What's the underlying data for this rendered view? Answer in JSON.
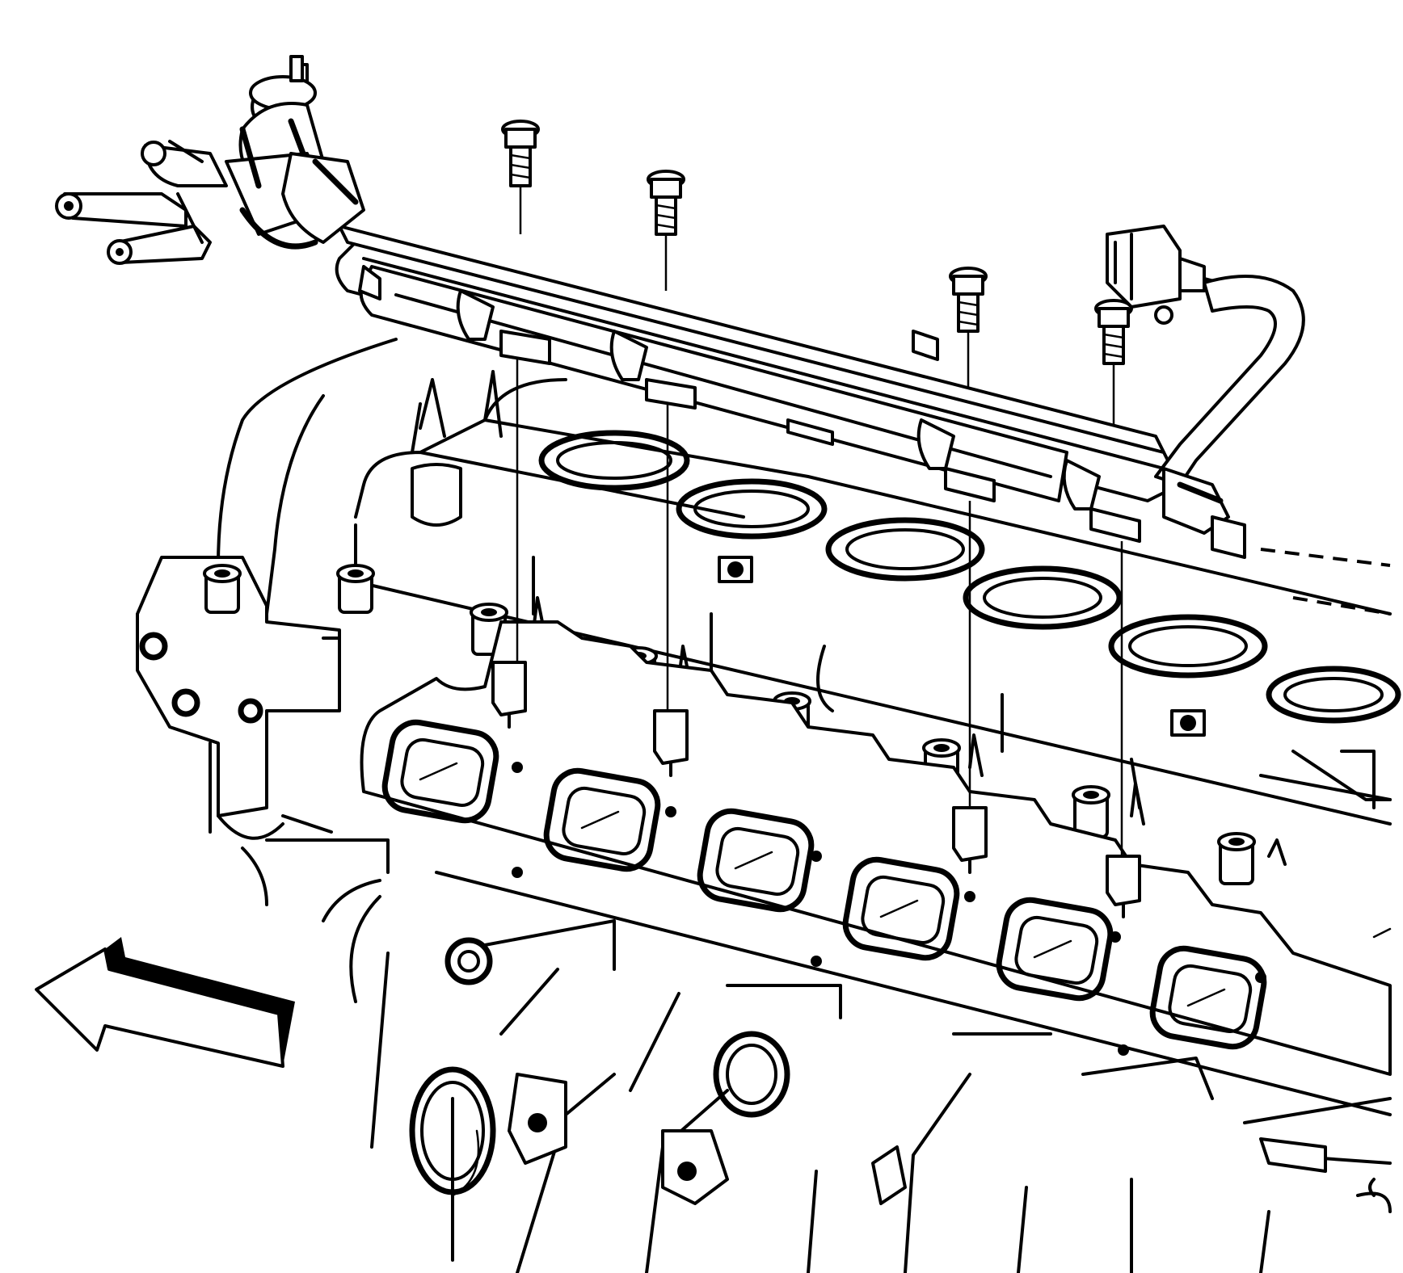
{
  "diagram": {
    "background": "#ffffff",
    "line_color": "#000000",
    "components": [
      "fuel-rail",
      "fuel-pressure-regulator",
      "fuel-line-fittings",
      "fuel-rail-bolts",
      "fuel-injectors",
      "injector-pipe",
      "injector-wiring-connector",
      "intake-manifold",
      "cylinder-head",
      "exhaust-ports",
      "engine-block",
      "direction-arrow"
    ],
    "bolt_count": 4,
    "injector_count": 4
  }
}
